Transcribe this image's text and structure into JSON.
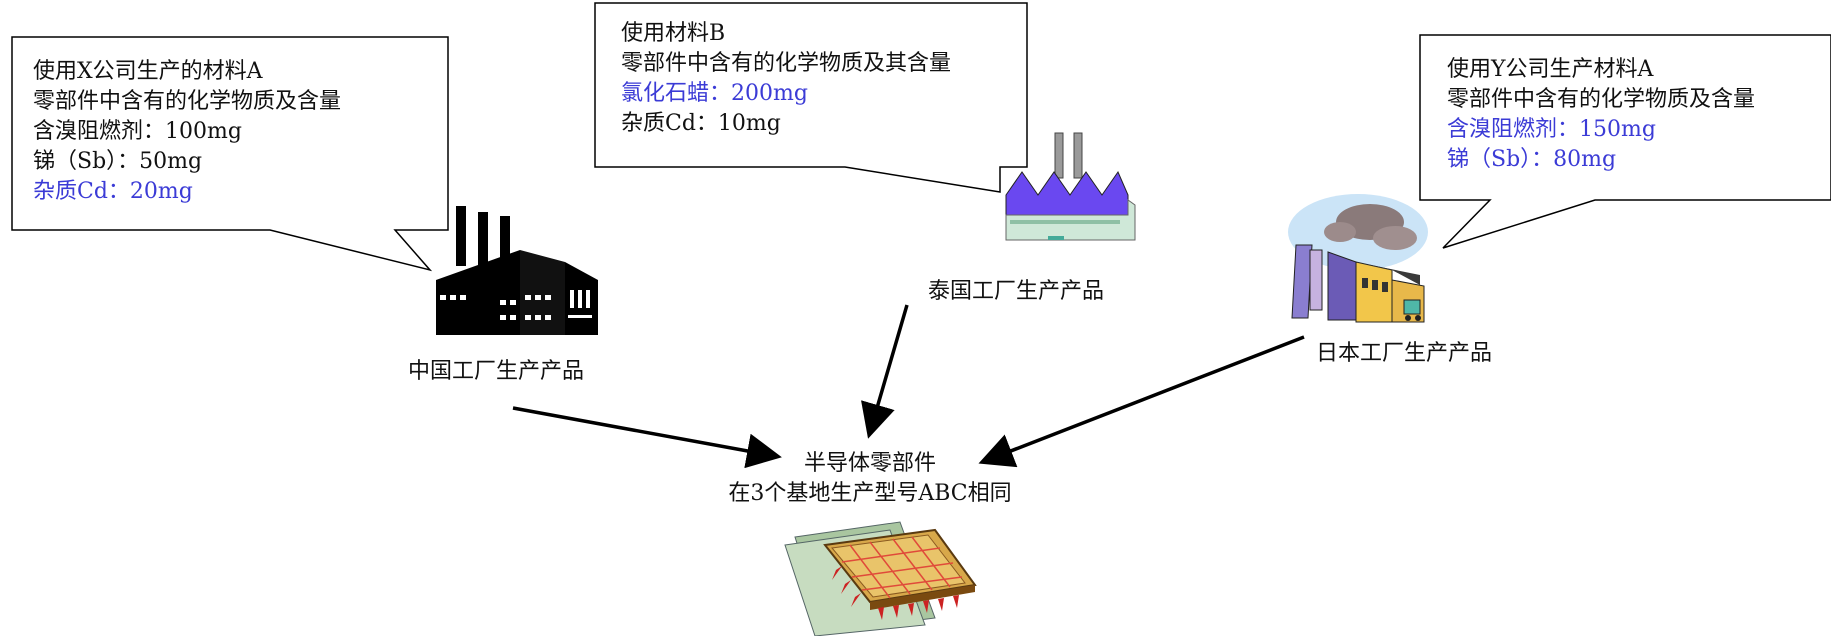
{
  "callouts": {
    "china": {
      "lines": [
        {
          "text": "使用X公司生产的材料A",
          "highlight": false
        },
        {
          "text": "零部件中含有的化学物质及含量",
          "highlight": false
        },
        {
          "text": "含溴阻燃剂：100mg",
          "highlight": false
        },
        {
          "text": "锑（Sb）：50mg",
          "highlight": false
        },
        {
          "text": "杂质Cd：20mg",
          "highlight": true
        }
      ]
    },
    "thailand": {
      "lines": [
        {
          "text": "使用材料B",
          "highlight": false
        },
        {
          "text": "零部件中含有的化学物质及其含量",
          "highlight": false
        },
        {
          "text": "氯化石蜡：200mg",
          "highlight": true
        },
        {
          "text": "杂质Cd：10mg",
          "highlight": false
        }
      ]
    },
    "japan": {
      "lines": [
        {
          "text": "使用Y公司生产材料A",
          "highlight": false
        },
        {
          "text": "零部件中含有的化学物质及含量",
          "highlight": false
        },
        {
          "text": "含溴阻燃剂：150mg",
          "highlight": true
        },
        {
          "text": "锑（Sb）：80mg",
          "highlight": true
        }
      ]
    }
  },
  "factories": {
    "china": "中国工厂生产产品",
    "thailand": "泰国工厂生产产品",
    "japan": "日本工厂生产产品"
  },
  "center": {
    "line1": "半导体零部件",
    "line2": "在3个基地生产型号ABC相同"
  },
  "colors": {
    "highlight": "#3b3bd6",
    "thai_factory": "#6a48f0"
  },
  "icons": [
    "china-factory-icon",
    "thailand-factory-icon",
    "japan-factory-icon",
    "semiconductor-chip-icon"
  ]
}
